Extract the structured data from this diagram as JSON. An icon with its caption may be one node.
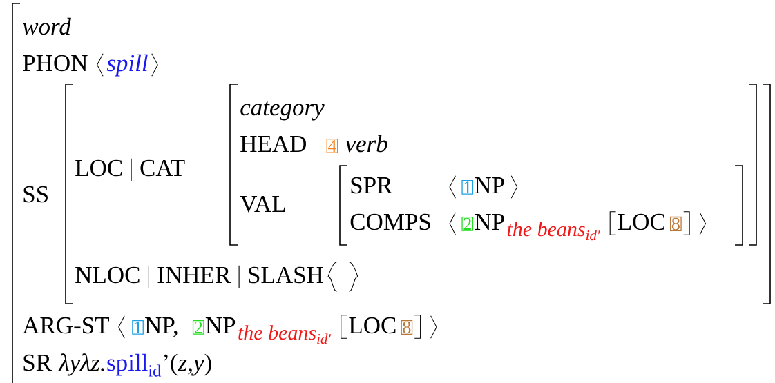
{
  "diagram": {
    "labels": [
      "word",
      "PHON",
      "spill",
      "SS",
      "LOC",
      "CAT",
      "category",
      "HEAD",
      "4",
      "verb",
      "VAL",
      "SPR",
      "1",
      "NP",
      "COMPS",
      "2",
      "NP",
      "the beans$_{id′}$",
      "LOC",
      "8",
      "NLOC",
      "INHER",
      "SLASH",
      "ARG-ST",
      "1",
      "NP,",
      "2",
      "NP",
      "the beans$_{id′}$",
      "LOC",
      "8",
      "SR",
      "λyλz.",
      "spill$_{id}$",
      "’(*z*,*y*)"
    ]
  }
}
